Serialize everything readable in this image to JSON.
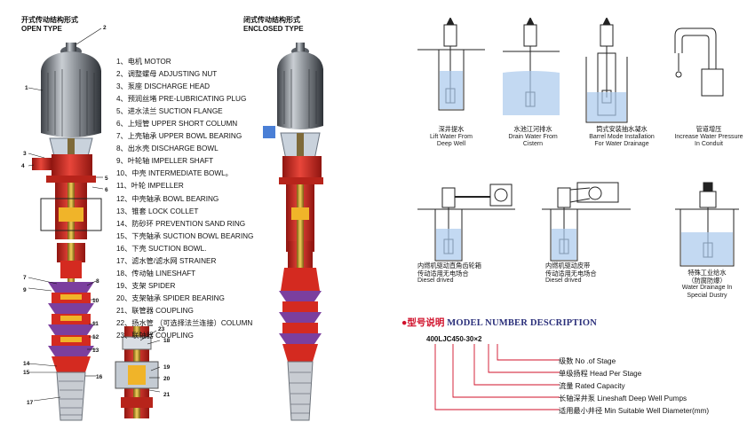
{
  "headers": {
    "open": {
      "cn": "开式传动结构形式",
      "en": "OPEN   TYPE"
    },
    "enclosed": {
      "cn": "闭式传动结构形式",
      "en": "ENCLOSED   TYPE"
    }
  },
  "parts": [
    "1、电机 MOTOR",
    "2、调整螺母 ADJUSTING NUT",
    "3、泵座 DISCHARGE HEAD",
    "4、预润丝堵 PRE-LUBRICATING PLUG",
    "5、进水法兰 SUCTION FLANGE",
    "6、上短管 UPPER SHORT COLUMN",
    "7、上壳轴承 UPPER BOWL BEARING",
    "8、出水壳 DISCHARGE BOWL",
    "9、叶轮轴 IMPELLER SHAFT",
    "10、中壳 INTERMEDIATE BOWL。",
    "11、叶轮 IMPELLER",
    "12、中壳轴承 BOWL BEARING",
    "13、锥套 LOCK COLLET",
    "14、防砂环 PREVENTION SAND RING",
    "15、下壳轴承 SUCTION BOWL BEARING",
    "16、下壳 SUCTION BOWL.",
    "17、滤水管/滤水网 STRAINER",
    "18、传动轴 LINESHAFT",
    "19、支架 SPIDER",
    "20、支架轴承 SPIDER BEARING",
    "21、联管器   COUPLING",
    "22、扬水管 （可选择法兰连接）COLUMN",
    "23、联轴器   COUPLING"
  ],
  "callouts": [
    "1",
    "2",
    "3",
    "4",
    "5",
    "6",
    "7",
    "8",
    "9",
    "10",
    "11",
    "12",
    "13",
    "14",
    "15",
    "16",
    "17",
    "18",
    "19",
    "20",
    "21",
    "23"
  ],
  "installations": [
    {
      "cn": "深井提水",
      "en1": "Lift Water From",
      "en2": "Deep Well"
    },
    {
      "cn": "水池江河排水",
      "en1": "Drain Water From",
      "en2": "Cistern"
    },
    {
      "cn": "筒式安装抽水凝水",
      "en1": "Barrel Mode Installation",
      "en2": "For Water Drainage"
    },
    {
      "cn": "管道增压",
      "en1": "Increase Water Pressure",
      "en2": "In Conduit"
    },
    {
      "cn": "内燃机驱动直角齿轮箱",
      "cn2": "传动适用无电场合",
      "en1": "Diesel drived",
      "en2": ""
    },
    {
      "cn": "内燃机驱动皮带",
      "cn2": "传动适用无电场合",
      "en1": "Diesel drived",
      "en2": ""
    },
    {
      "cn": "特殊工业给水",
      "cn2": "（防腐防爆）",
      "en1": "Water Drainage In",
      "en2": "Special Dustry"
    }
  ],
  "model": {
    "title_cn": "型号说明",
    "title_en": "MODEL NUMBER DESCRIPTION",
    "code": "400LJC450-30×2",
    "items": [
      "级数  No .of Stage",
      "单级扬程  Head Per Stage",
      "流量  Rated Capacity",
      "长轴深井泵  Lineshaft Deep Well Pumps",
      "适用最小井径  Min Suitable Well Diameter(mm)"
    ]
  },
  "colors": {
    "pump_red": "#d42a20",
    "motor_gray": "#8d9298",
    "accent_red": "#d0102a",
    "accent_blue": "#2a2f7a",
    "water_blue": "#6fa8dc"
  }
}
